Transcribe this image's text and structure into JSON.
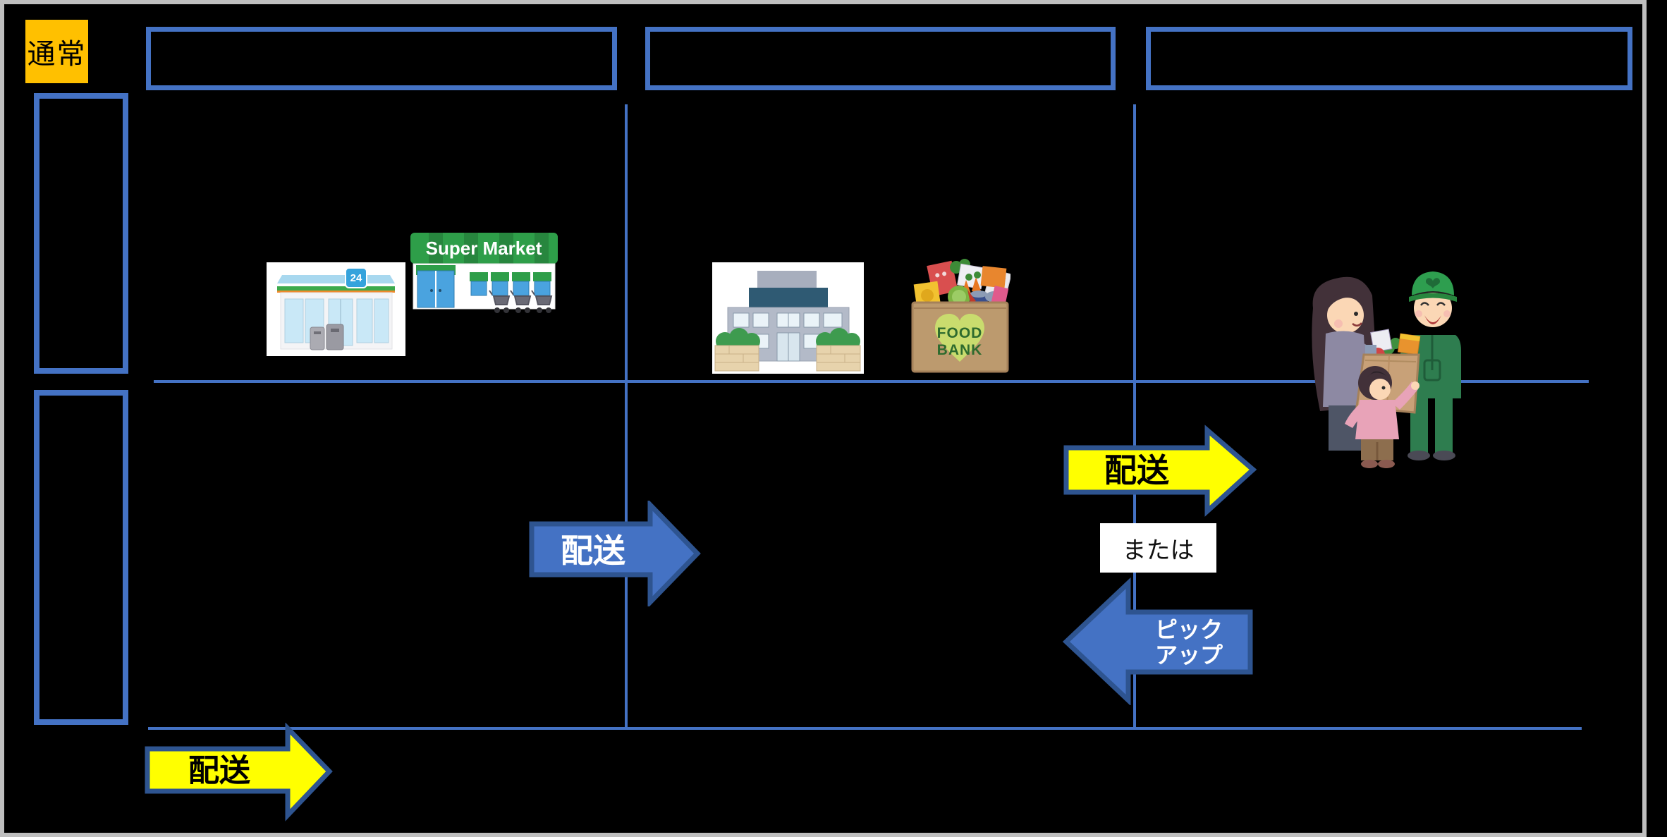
{
  "page": {
    "background": "#000000",
    "frame_color": "#BFBFBF"
  },
  "colors": {
    "accent_blue": "#4472C4",
    "arrow_outline": "#2E5490",
    "highlight_yellow": "#FFFF00",
    "label_gold": "#FFC000"
  },
  "row_label": {
    "text": "通常"
  },
  "header_boxes": [
    {
      "label": ""
    },
    {
      "label": ""
    },
    {
      "label": ""
    }
  ],
  "side_boxes": [
    {
      "label": ""
    },
    {
      "label": ""
    }
  ],
  "arrows": {
    "mid_delivery": {
      "label": "配送"
    },
    "right_delivery": {
      "label": "配送"
    },
    "or_box": {
      "label": "または"
    },
    "pickup": {
      "line1": "ピック",
      "line2": "アップ"
    },
    "bottom_delivery": {
      "label": "配送"
    }
  },
  "illustrations": {
    "convenience_store": {
      "sign": "24"
    },
    "supermarket": {
      "sign": "Super Market"
    },
    "office_building": {},
    "food_bank_box": {
      "line1": "FOOD",
      "line2": "BANK"
    },
    "family_delivery": {}
  }
}
